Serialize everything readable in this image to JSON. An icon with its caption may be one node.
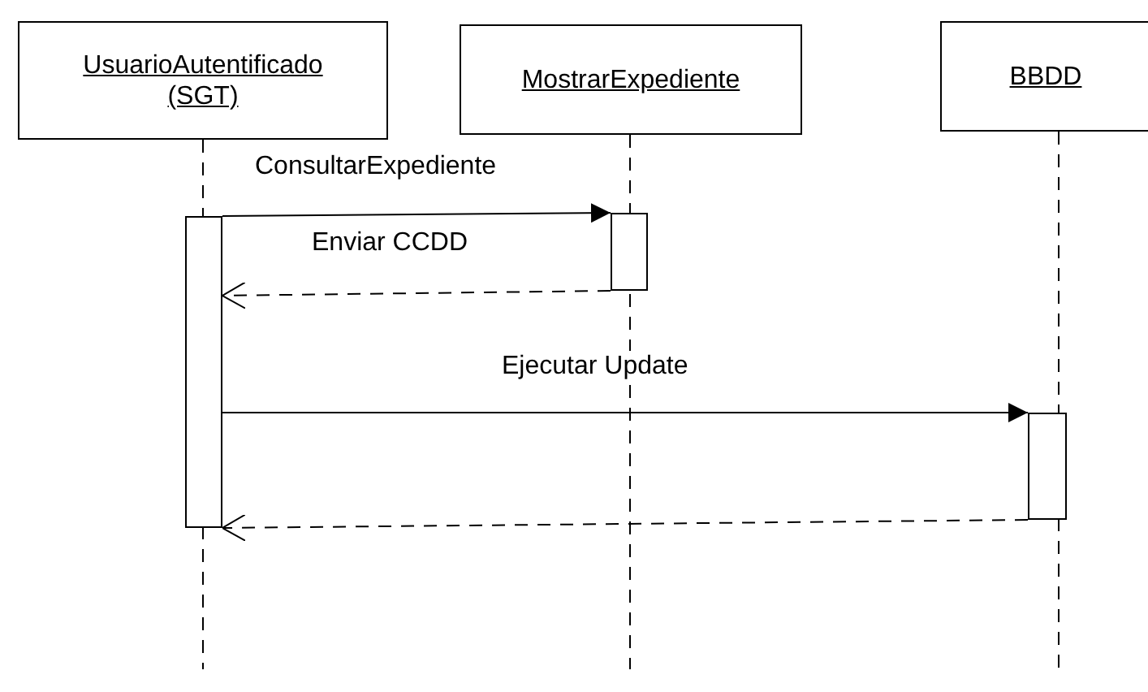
{
  "diagram": {
    "nodes": [
      {
        "text": [
          "UsuarioAutentificado (SGT)"
        ]
      },
      {
        "text": [
          "MostrarExpediente"
        ]
      },
      {
        "text": [
          "BBDD"
        ]
      },
      {
        "text": [],
        "shape": "bar"
      },
      {
        "text": [],
        "shape": "bar"
      },
      {
        "text": [],
        "shape": "bar"
      }
    ],
    "edges": [
      {
        "from": 3,
        "to": 4,
        "arrow": "to",
        "label": "ConsultarExpediente"
      },
      {
        "from": 4,
        "to": 3,
        "arrow": "to",
        "label": "Enviar CCDD",
        "style": "dashed"
      },
      {
        "from": 3,
        "to": 5,
        "arrow": "to",
        "label": "Ejecutar Update"
      },
      {
        "from": 5,
        "to": 3,
        "arrow": "to",
        "style": "dashed"
      }
    ]
  }
}
